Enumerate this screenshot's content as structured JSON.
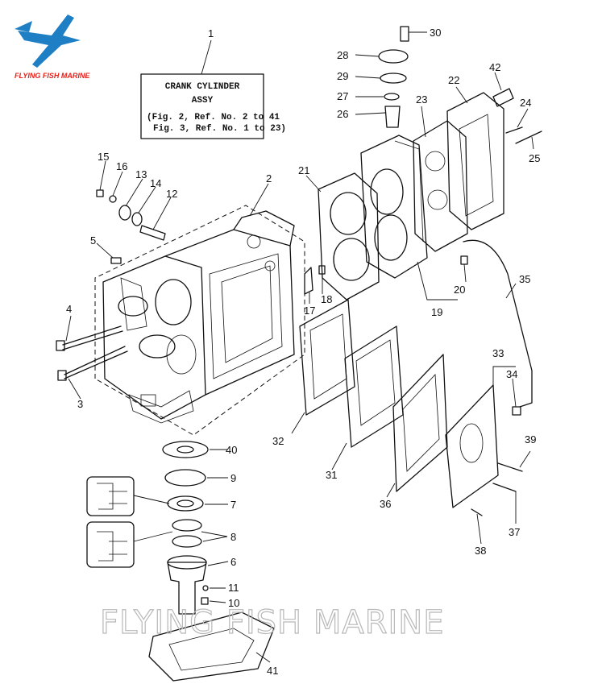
{
  "brand": {
    "name": "FLYING FISH MARINE",
    "logo_color": "#1f7fc4",
    "text_color": "#e8201a"
  },
  "watermark": "FLYING FISH MARINE",
  "title_box": {
    "line1": "CRANK CYLINDER",
    "line2": "ASSY",
    "line3": "(Fig. 2, Ref. No. 2 to 41",
    "line4": "Fig. 3, Ref. No. 1 to 23)"
  },
  "callouts": [
    {
      "id": "c1",
      "text": "1"
    },
    {
      "id": "c2",
      "text": "2"
    },
    {
      "id": "c3",
      "text": "3"
    },
    {
      "id": "c4",
      "text": "4"
    },
    {
      "id": "c5",
      "text": "5"
    },
    {
      "id": "c6",
      "text": "6"
    },
    {
      "id": "c7",
      "text": "7"
    },
    {
      "id": "c8",
      "text": "8"
    },
    {
      "id": "c9",
      "text": "9"
    },
    {
      "id": "c10",
      "text": "10"
    },
    {
      "id": "c11",
      "text": "11"
    },
    {
      "id": "c12",
      "text": "12"
    },
    {
      "id": "c13",
      "text": "13"
    },
    {
      "id": "c14",
      "text": "14"
    },
    {
      "id": "c15",
      "text": "15"
    },
    {
      "id": "c16",
      "text": "16"
    },
    {
      "id": "c17",
      "text": "17"
    },
    {
      "id": "c18",
      "text": "18"
    },
    {
      "id": "c19",
      "text": "19"
    },
    {
      "id": "c20",
      "text": "20"
    },
    {
      "id": "c21",
      "text": "21"
    },
    {
      "id": "c22",
      "text": "22"
    },
    {
      "id": "c23",
      "text": "23"
    },
    {
      "id": "c24",
      "text": "24"
    },
    {
      "id": "c25",
      "text": "25"
    },
    {
      "id": "c26",
      "text": "26"
    },
    {
      "id": "c27",
      "text": "27"
    },
    {
      "id": "c28",
      "text": "28"
    },
    {
      "id": "c29",
      "text": "29"
    },
    {
      "id": "c30",
      "text": "30"
    },
    {
      "id": "c31",
      "text": "31"
    },
    {
      "id": "c32",
      "text": "32"
    },
    {
      "id": "c33",
      "text": "33"
    },
    {
      "id": "c34",
      "text": "34"
    },
    {
      "id": "c35",
      "text": "35"
    },
    {
      "id": "c36",
      "text": "36"
    },
    {
      "id": "c37",
      "text": "37"
    },
    {
      "id": "c38",
      "text": "38"
    },
    {
      "id": "c39",
      "text": "39"
    },
    {
      "id": "c40",
      "text": "40"
    },
    {
      "id": "c41",
      "text": "41"
    },
    {
      "id": "c42",
      "text": "42"
    }
  ]
}
